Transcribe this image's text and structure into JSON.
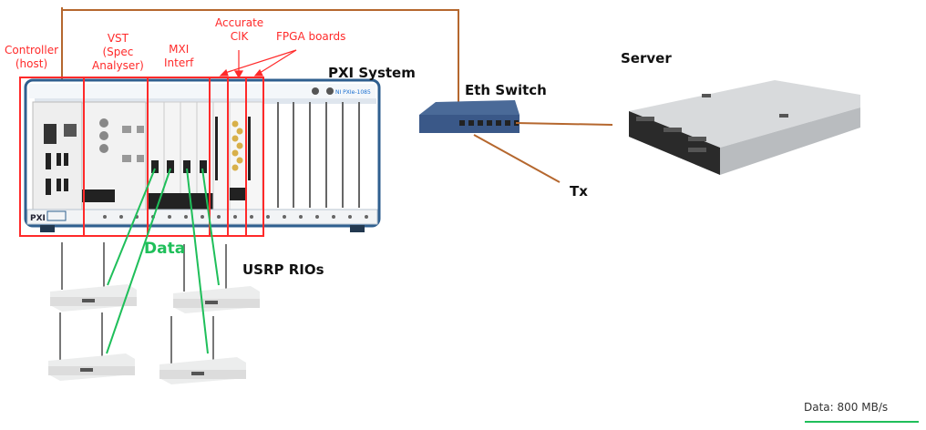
{
  "labels": {
    "controller": "Controller\n(host)",
    "vst": "VST\n(Spec\nAnalyser)",
    "mxi": "MXI\nInterf",
    "accurate_clk": "Accurate\nClK",
    "fpga_boards": "FPGA boards",
    "pxi_system": "PXI System",
    "eth_switch": "Eth Switch",
    "server": "Server",
    "tx": "Tx",
    "data": "Data",
    "usrp_rios": "USRP RIOs"
  },
  "chassis": {
    "brand_badge": "PXI",
    "model_text": "NI PXIe-1085"
  },
  "legend": {
    "entries": [
      {
        "label": "Data: 800 MB/s",
        "color": "#1fbf5a"
      }
    ]
  },
  "colors": {
    "annotation": "#ff2a2a",
    "ethernet_link": "#b5672e",
    "data_link": "#1fbf5a",
    "chassis_frame": "#2f5f8f"
  }
}
